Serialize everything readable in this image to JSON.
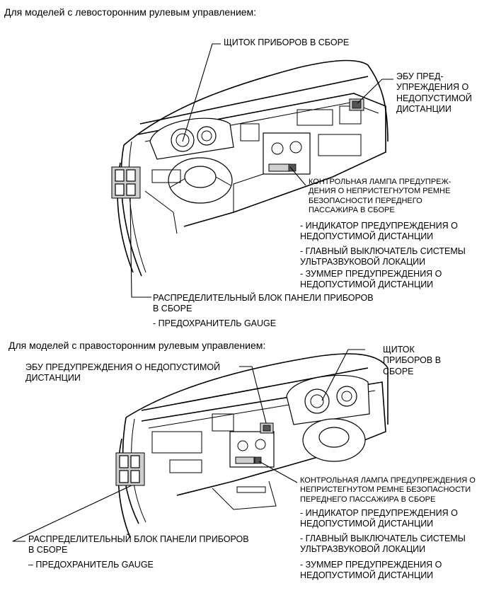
{
  "top": {
    "header": "Для моделей с левосторонним рулевым управлением:",
    "labels": {
      "instrument_cluster": "ЩИТОК ПРИБОРОВ В СБОРЕ",
      "ecu": "ЭБУ ПРЕД-\nУПРЕЖДЕНИЯ О\nНЕДОПУСТИМОЙ\nДИСТАНЦИИ",
      "seatbelt_lamp": "КОНТРОЛЬНАЯ ЛАМПА ПРЕДУПРЕЖ-\nДЕНИЯ О НЕПРИСТЕГНУТОМ РЕМНЕ\nБЕЗОПАСНОСТИ ПЕРЕДНЕГО\nПАССАЖИРА В СБОРЕ",
      "indicator": "- ИНДИКАТОР ПРЕДУПРЕЖДЕНИЯ О\nНЕДОПУСТИМОЙ ДИСТАНЦИИ",
      "main_switch": "- ГЛАВНЫЙ ВЫКЛЮЧАТЕЛЬ СИСТЕМЫ\nУЛЬТРАЗВУКОВОЙ ЛОКАЦИИ",
      "buzzer": "- ЗУММЕР ПРЕДУПРЕЖДЕНИЯ О\nНЕДОПУСТИМОЙ ДИСТАНЦИИ",
      "junction_block": "РАСПРЕДЕЛИТЕЛЬНЫЙ БЛОК ПАНЕЛИ ПРИБОРОВ\nВ СБОРЕ",
      "fuse": "- ПРЕДОХРАНИТЕЛЬ GAUGE"
    }
  },
  "bottom": {
    "header": "Для моделей с правосторонним рулевым управлением:",
    "labels": {
      "ecu": "ЭБУ ПРЕДУПРЕЖДЕНИЯ О НЕДОПУСТИМОЙ\nДИСТАНЦИИ",
      "instrument_cluster": "ЩИТОК\nПРИБОРОВ В\nСБОРЕ",
      "seatbelt_lamp": "КОНТРОЛЬНАЯ ЛАМПА ПРЕДУПРЕЖДЕНИЯ О\nНЕПРИСТЕГНУТОМ РЕМНЕ БЕЗОПАСНОСТИ\nПЕРЕДНЕГО ПАССАЖИРА В СБОРЕ",
      "indicator": "- ИНДИКАТОР ПРЕДУПРЕЖДЕНИЯ О\nНЕДОПУСТИМОЙ ДИСТАНЦИИ",
      "main_switch": "- ГЛАВНЫЙ ВЫКЛЮЧАТЕЛЬ СИСТЕМЫ\nУЛЬТРАЗВУКОВОЙ ЛОКАЦИИ",
      "buzzer": "- ЗУММЕР ПРЕДУПРЕЖДЕНИЯ О\nНЕДОПУСТИМОЙ ДИСТАНЦИИ",
      "junction_block": "РАСПРЕДЕЛИТЕЛЬНЫЙ БЛОК ПАНЕЛИ ПРИБОРОВ\nВ СБОРЕ",
      "fuse": "– ПРЕДОХРАНИТЕЛЬ GAUGE"
    }
  }
}
